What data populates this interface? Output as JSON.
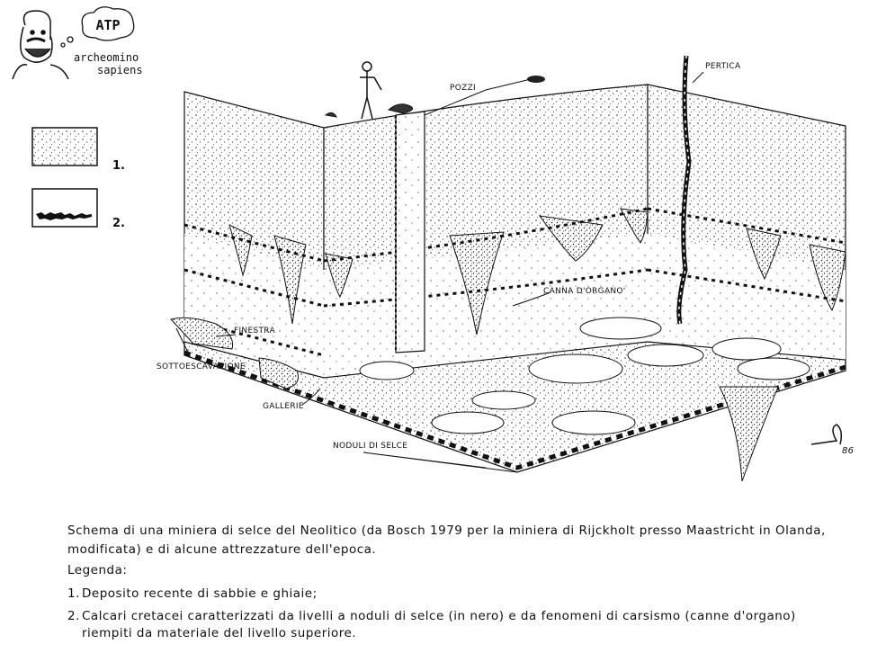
{
  "logo": {
    "line1": "archeomino",
    "line2": "sapiens",
    "sign": "ATP"
  },
  "legend_boxes": [
    {
      "number": "1."
    },
    {
      "number": "2."
    }
  ],
  "labels": {
    "pozzi": "POZZI",
    "pertica": "PERTICA",
    "canna": "CANNA D'ORGANO'",
    "finestra": "FINESTRA",
    "sottoescavazione": "SOTTOESCAVAZIONE",
    "gallerie": "GALLERIE",
    "noduli": "NODULI DI SELCE",
    "signature": "86"
  },
  "caption": {
    "line1": "Schema di una miniera di selce del Neolitico (da Bosch 1979 per la miniera di Rijckholt presso Maastricht in Olanda,",
    "line2": "modificata) e di alcune attrezzature dell'epoca.",
    "legend_title": "Legenda:",
    "items": [
      {
        "num": "1.",
        "text": "Deposito recente di sabbie e ghiaie;"
      },
      {
        "num": "2.",
        "text": "Calcari cretacei caratterizzati da livelli a noduli di selce (in nero) e da fenomeni di carsismo (canne d'organo) riempiti da materiale del livello superiore."
      }
    ]
  }
}
